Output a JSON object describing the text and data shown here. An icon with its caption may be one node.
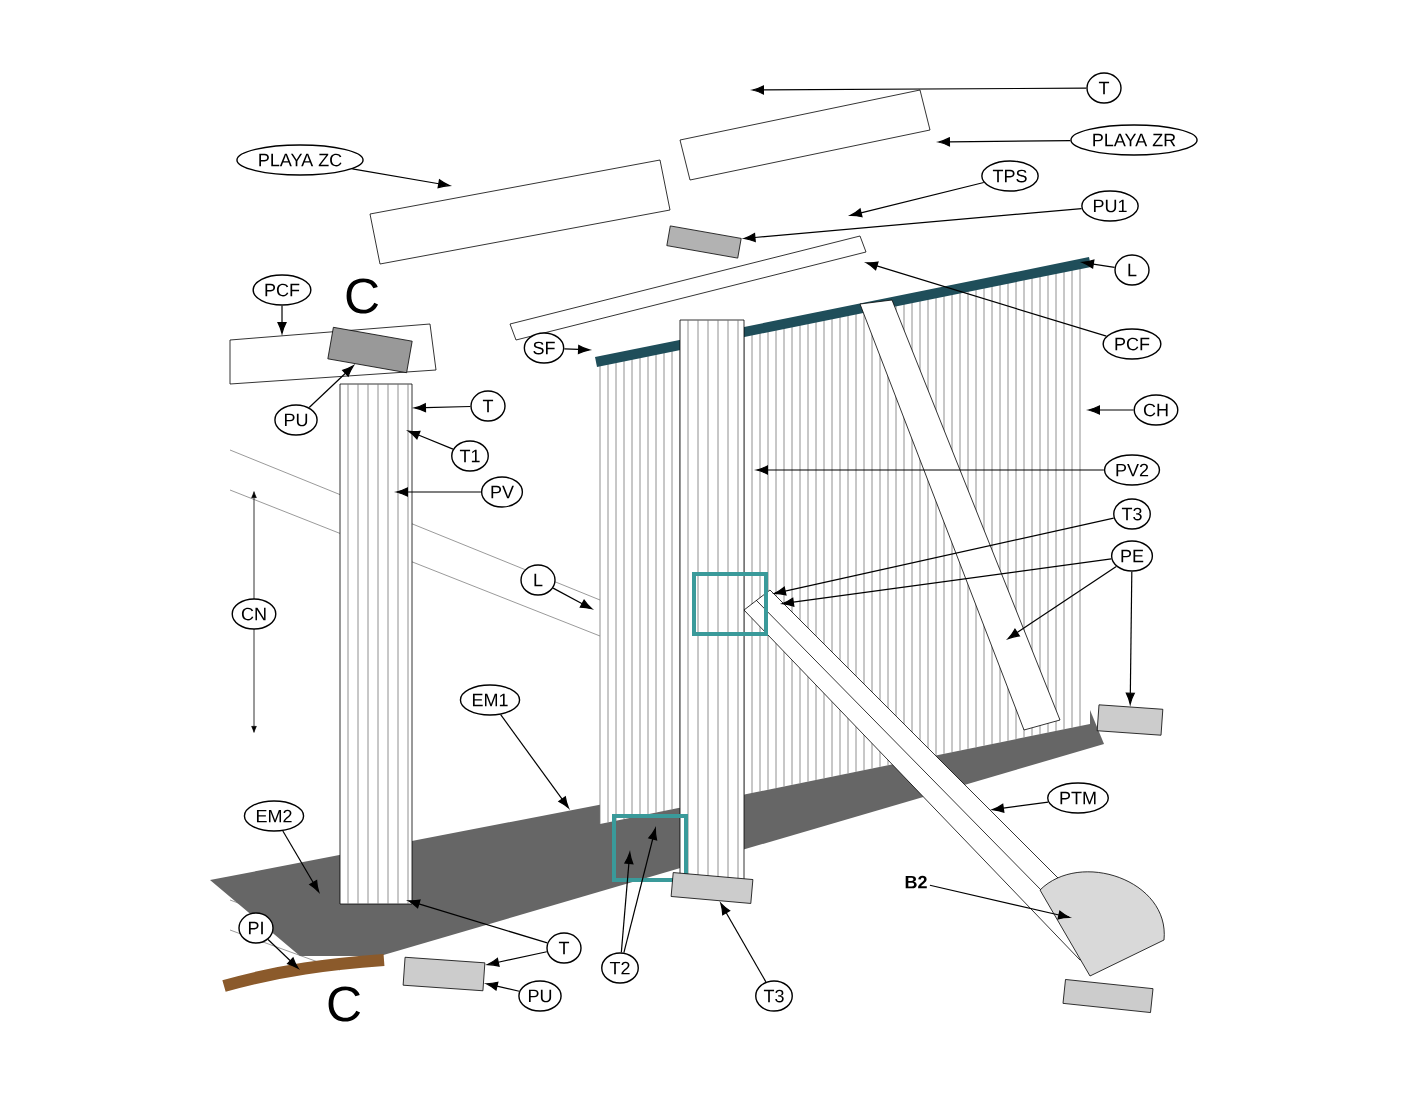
{
  "diagram": {
    "nodes": [
      {
        "text": [
          "T"
        ]
      },
      {
        "text": [
          "PLAYA ZR"
        ]
      },
      {
        "text": [
          "PLAYA ZC"
        ]
      },
      {
        "text": [
          "TPS"
        ]
      },
      {
        "text": [
          "PU1"
        ]
      },
      {
        "text": [
          "PCF"
        ]
      },
      {
        "text": [
          "L"
        ]
      },
      {
        "text": [
          "PCF"
        ]
      },
      {
        "text": [
          "SF"
        ]
      },
      {
        "text": [
          "CH"
        ]
      },
      {
        "text": [
          "PU"
        ]
      },
      {
        "text": [
          "T"
        ]
      },
      {
        "text": [
          "T1"
        ]
      },
      {
        "text": [
          "PV"
        ]
      },
      {
        "text": [
          "PV2"
        ]
      },
      {
        "text": [
          "T3"
        ]
      },
      {
        "text": [
          "PE"
        ]
      },
      {
        "text": [
          "CN"
        ]
      },
      {
        "text": [
          "L"
        ]
      },
      {
        "text": [
          "EM1"
        ]
      },
      {
        "text": [
          "PTM"
        ]
      },
      {
        "text": [
          "EM2"
        ]
      },
      {
        "text": [
          "B2"
        ]
      },
      {
        "text": [
          "PI"
        ]
      },
      {
        "text": [
          "T"
        ]
      },
      {
        "text": [
          "T2"
        ]
      },
      {
        "text": [
          "PU"
        ]
      },
      {
        "text": [
          "T3"
        ]
      },
      {
        "text": [],
        "shape": "box"
      },
      {
        "text": [],
        "shape": "box"
      },
      {
        "text": [],
        "shape": "box"
      },
      {
        "text": [],
        "shape": "box"
      },
      {
        "text": [],
        "shape": "box"
      },
      {
        "text": [],
        "shape": "box"
      }
    ],
    "edges": [
      {
        "from": 0,
        "to": null,
        "arrow": "to"
      },
      {
        "from": 1,
        "to": null,
        "arrow": "to"
      },
      {
        "from": 2,
        "to": null,
        "arrow": "to"
      },
      {
        "from": 3,
        "to": null,
        "arrow": "to"
      },
      {
        "from": 4,
        "to": 29,
        "arrow": "to"
      },
      {
        "from": 5,
        "to": null,
        "arrow": "to"
      },
      {
        "from": 6,
        "to": null,
        "arrow": "to"
      },
      {
        "from": 7,
        "to": null,
        "arrow": "to"
      },
      {
        "from": 8,
        "to": null,
        "arrow": "to"
      },
      {
        "from": 9,
        "to": null,
        "arrow": "to"
      },
      {
        "from": 10,
        "to": 28,
        "arrow": "to"
      },
      {
        "from": 11,
        "to": null,
        "arrow": "to"
      },
      {
        "from": 12,
        "to": null,
        "arrow": "to"
      },
      {
        "from": 13,
        "to": null,
        "arrow": "to"
      },
      {
        "from": 14,
        "to": null,
        "arrow": "to"
      },
      {
        "from": 15,
        "to": null,
        "arrow": "to"
      },
      {
        "from": 16,
        "to": null,
        "arrow": "to"
      },
      {
        "from": 16,
        "to": null,
        "arrow": "to"
      },
      {
        "from": 16,
        "to": 32,
        "arrow": "to"
      },
      {
        "from": 18,
        "to": null,
        "arrow": "to"
      },
      {
        "from": 19,
        "to": null,
        "arrow": "to"
      },
      {
        "from": 20,
        "to": null,
        "arrow": "to"
      },
      {
        "from": 21,
        "to": null,
        "arrow": "to"
      },
      {
        "from": 22,
        "to": null,
        "arrow": "to"
      },
      {
        "from": 23,
        "to": null,
        "arrow": "to"
      },
      {
        "from": 24,
        "to": null,
        "arrow": "to"
      },
      {
        "from": 24,
        "to": 30,
        "arrow": "to"
      },
      {
        "from": 25,
        "to": null,
        "arrow": "to"
      },
      {
        "from": 25,
        "to": null,
        "arrow": "to"
      },
      {
        "from": 26,
        "to": 30,
        "arrow": "to"
      },
      {
        "from": 27,
        "to": 31,
        "arrow": "to"
      }
    ],
    "labels": [
      "C",
      "C"
    ]
  }
}
